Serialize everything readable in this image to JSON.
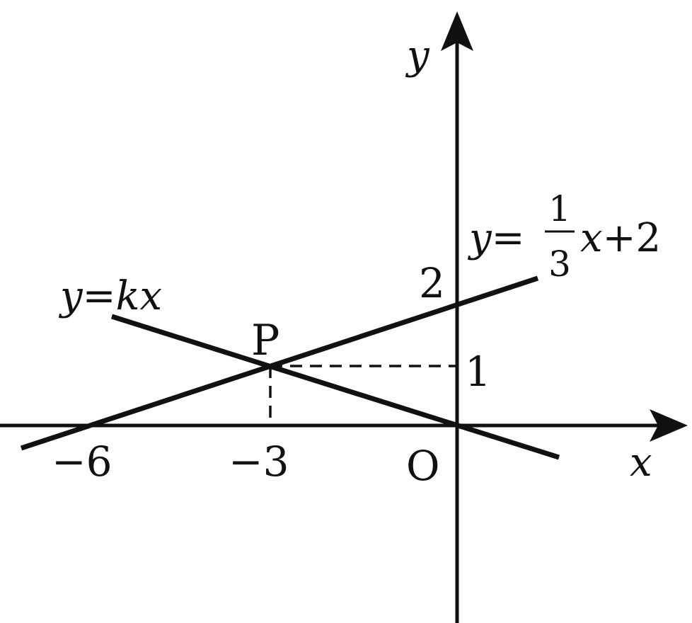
{
  "axes": {
    "x_label": "x",
    "y_label": "y",
    "origin_label": "O"
  },
  "ticks": {
    "x_neg6": "−6",
    "x_neg3": "−3",
    "y_1": "1",
    "y_2": "2"
  },
  "point": {
    "label": "P",
    "x": -3,
    "y": 1
  },
  "lines": {
    "kx": {
      "label_y": "y",
      "label_eq": "=",
      "label_k": "k",
      "label_x": "x"
    },
    "linear": {
      "label_y": "y",
      "label_eq": "=",
      "frac_num": "1",
      "frac_den": "3",
      "label_x": "x",
      "label_plus": "+",
      "label_const": "2",
      "slope": 0.3333,
      "intercept": 2
    }
  }
}
